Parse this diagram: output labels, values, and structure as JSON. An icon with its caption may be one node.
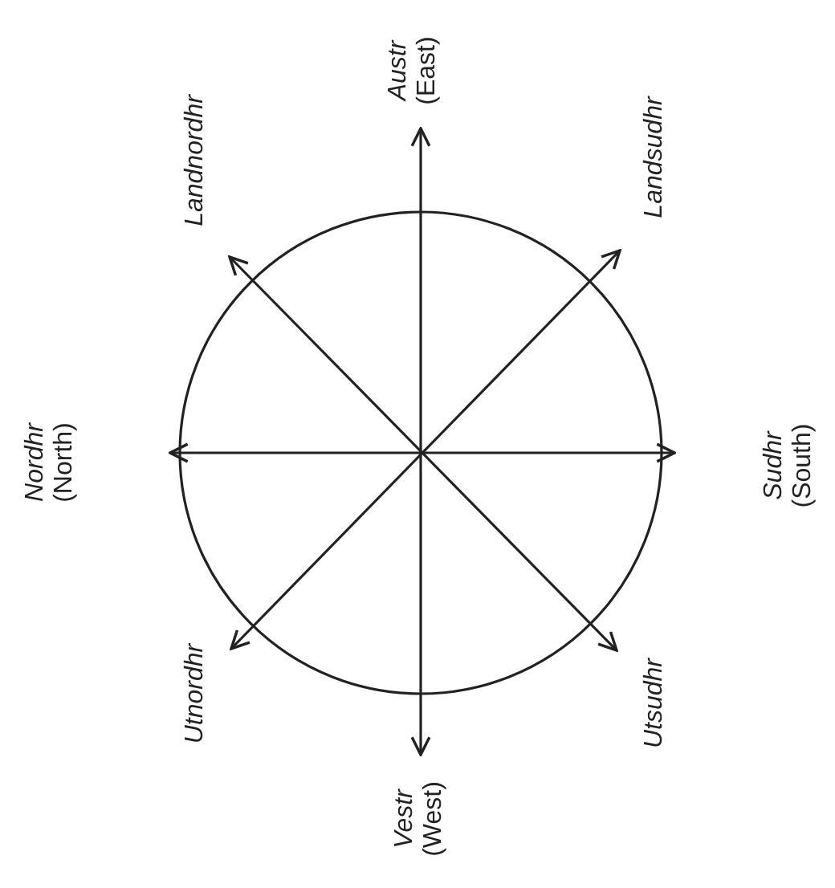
{
  "diagram": {
    "nodes": [
      {
        "text": [
          "Austr",
          "(East)"
        ]
      },
      {
        "text": [
          "Landnordhr"
        ]
      },
      {
        "text": [
          "Landsudhr"
        ]
      },
      {
        "text": [
          "Nordhr",
          "(North)"
        ]
      },
      {
        "text": [
          "Sudhr",
          "(South)"
        ]
      },
      {
        "text": [
          "Utnordhr"
        ]
      },
      {
        "text": [
          "Utsudhr"
        ]
      },
      {
        "text": [
          "Vestr",
          "(West)"
        ]
      }
    ],
    "edges": [
      {
        "from": 7,
        "to": 0,
        "arrow": "both"
      },
      {
        "from": 3,
        "to": 4,
        "arrow": "both"
      },
      {
        "from": 6,
        "to": 1,
        "arrow": "both"
      },
      {
        "from": 5,
        "to": 2,
        "arrow": "both"
      }
    ]
  }
}
